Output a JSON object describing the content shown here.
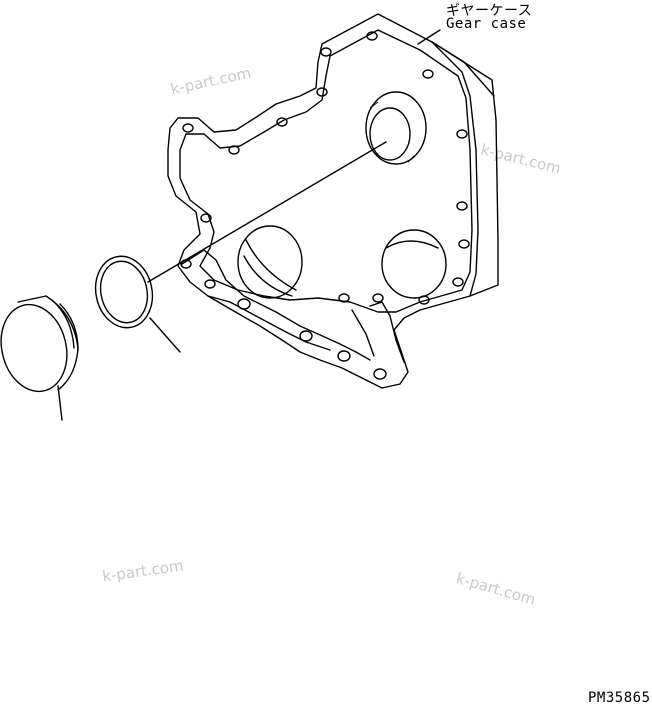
{
  "labels": {
    "part_name_jp": "ギヤーケース",
    "part_name_en": "Gear case",
    "drawing_code": "PM35865"
  },
  "watermarks": [
    "k-part.com",
    "k-part.com",
    "k-part.com",
    "k-part.com"
  ],
  "colors": {
    "line": "#000000",
    "watermark": "#c9c9c9",
    "background": "#ffffff"
  }
}
